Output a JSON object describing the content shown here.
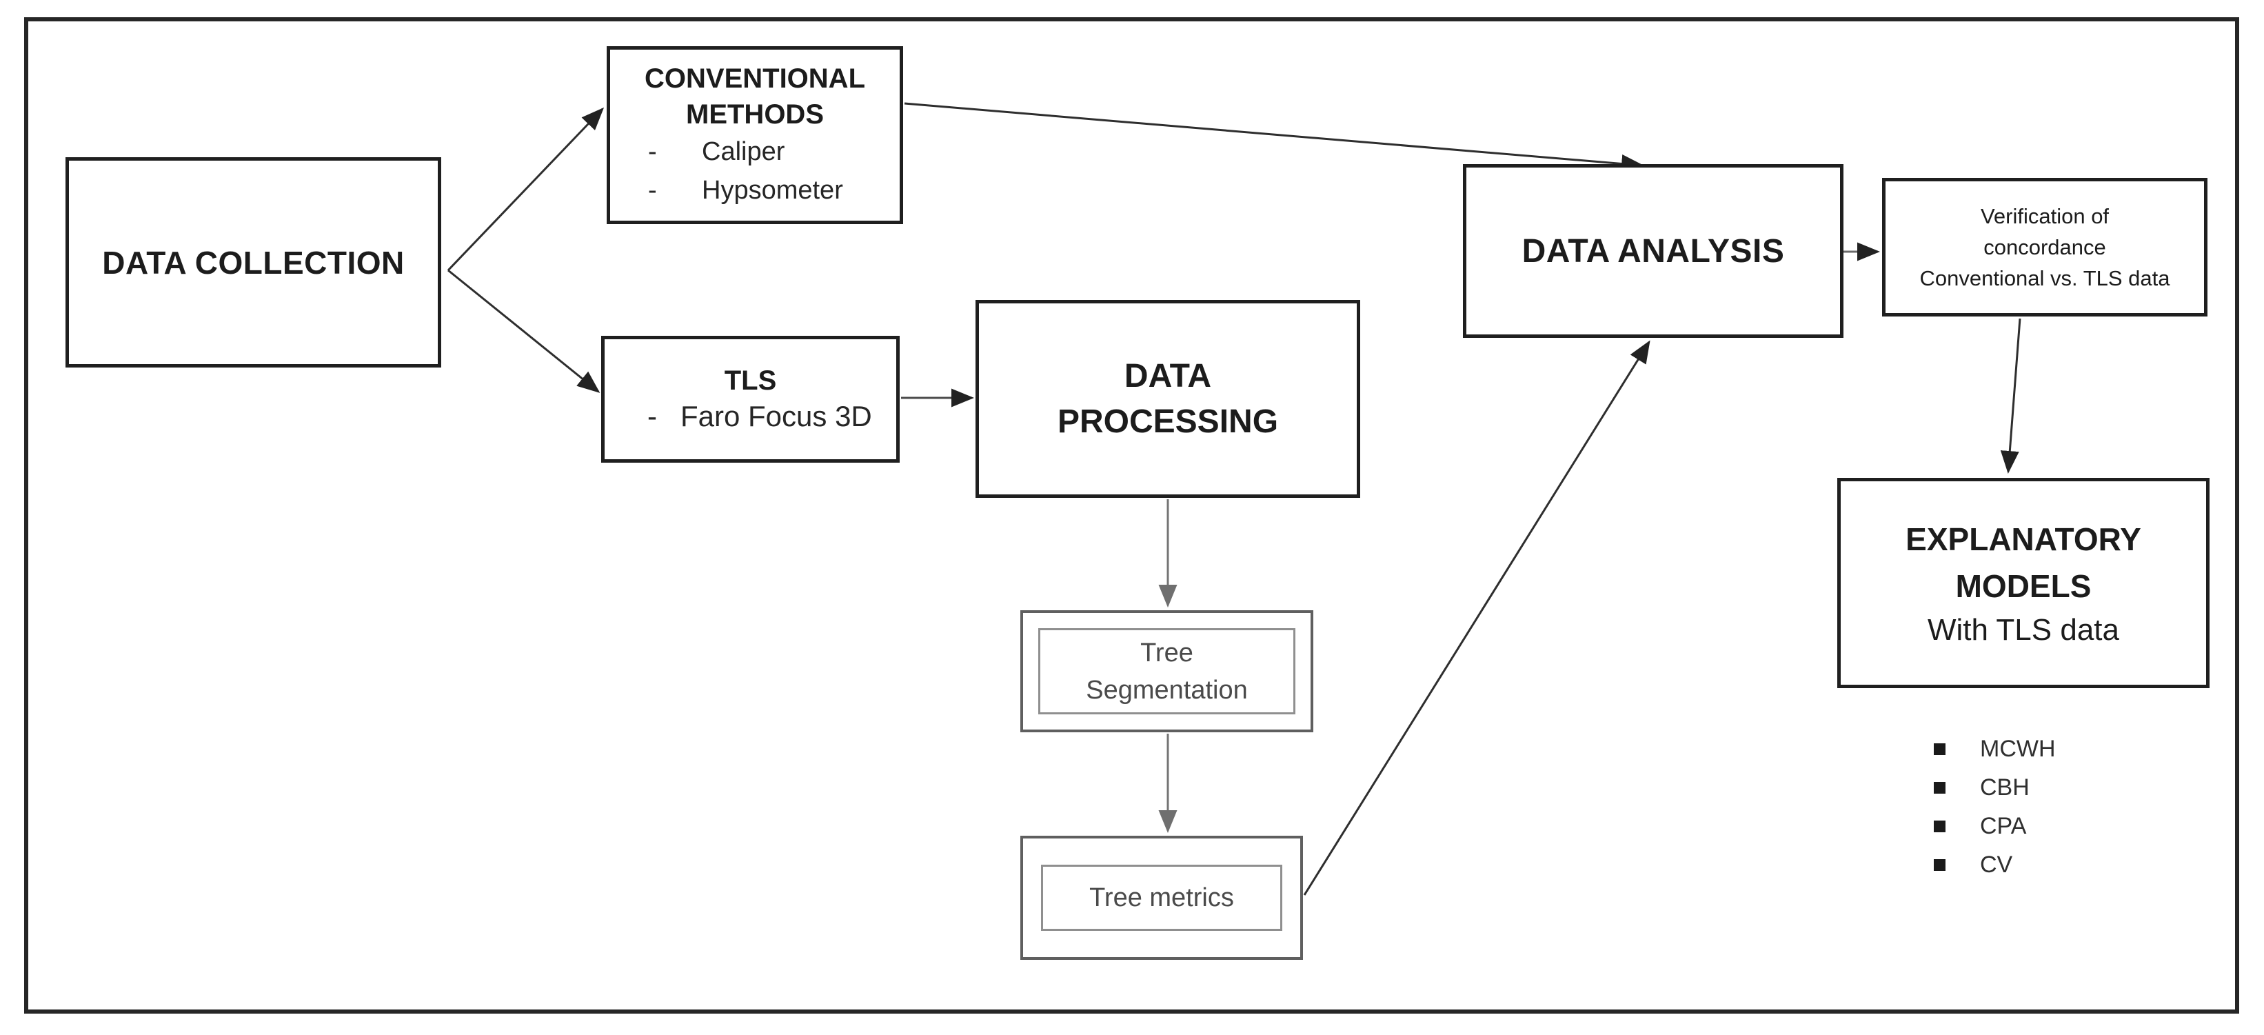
{
  "diagram": {
    "title_context": "TLS forest inventory workflow flowchart",
    "colors": {
      "background": "#ffffff",
      "box_border": "#1f1f1f",
      "figure_border": "#262626",
      "gray_box_border": "#5f5f5f",
      "gray_box_inner_border": "#8f8f8f",
      "gray_text": "#4a4a4a",
      "connector_black": "#2e2e2e",
      "connector_gray": "#757575"
    },
    "nodes": {
      "data_collection": {
        "title": "DATA COLLECTION"
      },
      "conventional_methods": {
        "title_line1": "CONVENTIONAL",
        "title_line2": "METHODS",
        "dash": "-",
        "items": [
          "Caliper",
          "Hypsometer"
        ]
      },
      "tls": {
        "title": "TLS",
        "dash": "-",
        "items": [
          "Faro Focus 3D"
        ]
      },
      "data_processing": {
        "title_line1": "DATA",
        "title_line2": "PROCESSING"
      },
      "tree_segmentation": {
        "line1": "Tree",
        "line2": "Segmentation"
      },
      "tree_metrics": {
        "title": "Tree metrics"
      },
      "data_analysis": {
        "title": "DATA ANALYSIS"
      },
      "verification": {
        "line1": "Verification of",
        "line2": "concordance",
        "line3": "Conventional vs. TLS data"
      },
      "explanatory_models": {
        "title_line1": "EXPLANATORY",
        "title_line2": "MODELS",
        "subtitle": "With TLS data"
      },
      "metrics_list": {
        "bullet_icon": "square-bullet",
        "items": [
          "MCWH",
          "CBH",
          "CPA",
          "CV"
        ]
      }
    }
  }
}
